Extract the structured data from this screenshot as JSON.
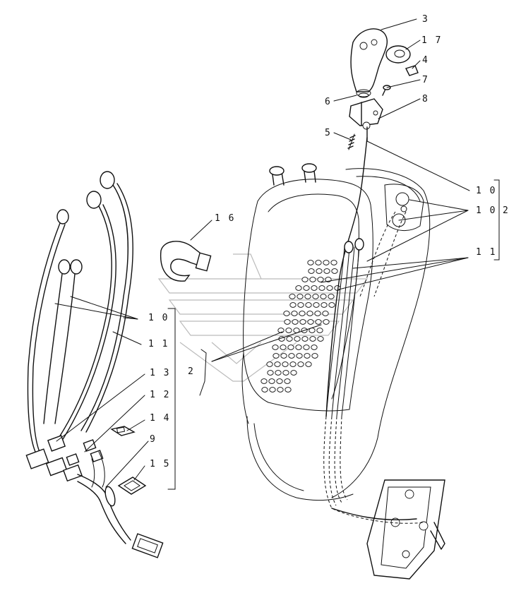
{
  "figure": {
    "callouts": [
      {
        "id": "3",
        "text": "3"
      },
      {
        "id": "17",
        "text": "1 7"
      },
      {
        "id": "4",
        "text": "4"
      },
      {
        "id": "7",
        "text": "7"
      },
      {
        "id": "6",
        "text": "6"
      },
      {
        "id": "8",
        "text": "8"
      },
      {
        "id": "5",
        "text": "5"
      },
      {
        "id": "10a",
        "text": "1 0"
      },
      {
        "id": "10b",
        "text": "1 0"
      },
      {
        "id": "2a",
        "text": "2"
      },
      {
        "id": "11a",
        "text": "1 1"
      },
      {
        "id": "16",
        "text": "1 6"
      },
      {
        "id": "10c",
        "text": "1 0"
      },
      {
        "id": "11b",
        "text": "1 1"
      },
      {
        "id": "2b",
        "text": "2"
      },
      {
        "id": "13",
        "text": "1 3"
      },
      {
        "id": "12",
        "text": "1 2"
      },
      {
        "id": "14",
        "text": "1 4"
      },
      {
        "id": "9",
        "text": "9"
      },
      {
        "id": "15",
        "text": "1 5"
      }
    ]
  }
}
